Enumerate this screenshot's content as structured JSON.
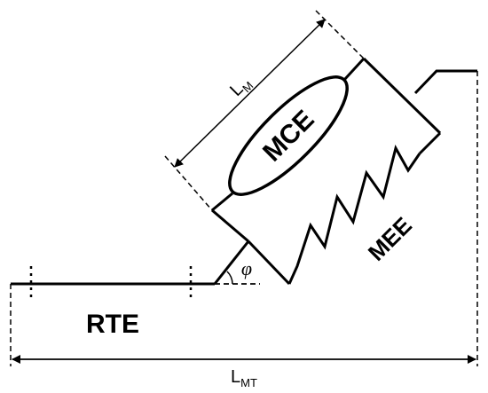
{
  "labels": {
    "muscle_length": "L",
    "muscle_length_sub": "M",
    "contractile": "MCE",
    "elastic": "MEE",
    "pennation": "φ",
    "tendon": "RTE",
    "total_length": "L",
    "total_length_sub": "MT"
  },
  "colors": {
    "stroke": "#000000",
    "background": "#ffffff"
  }
}
